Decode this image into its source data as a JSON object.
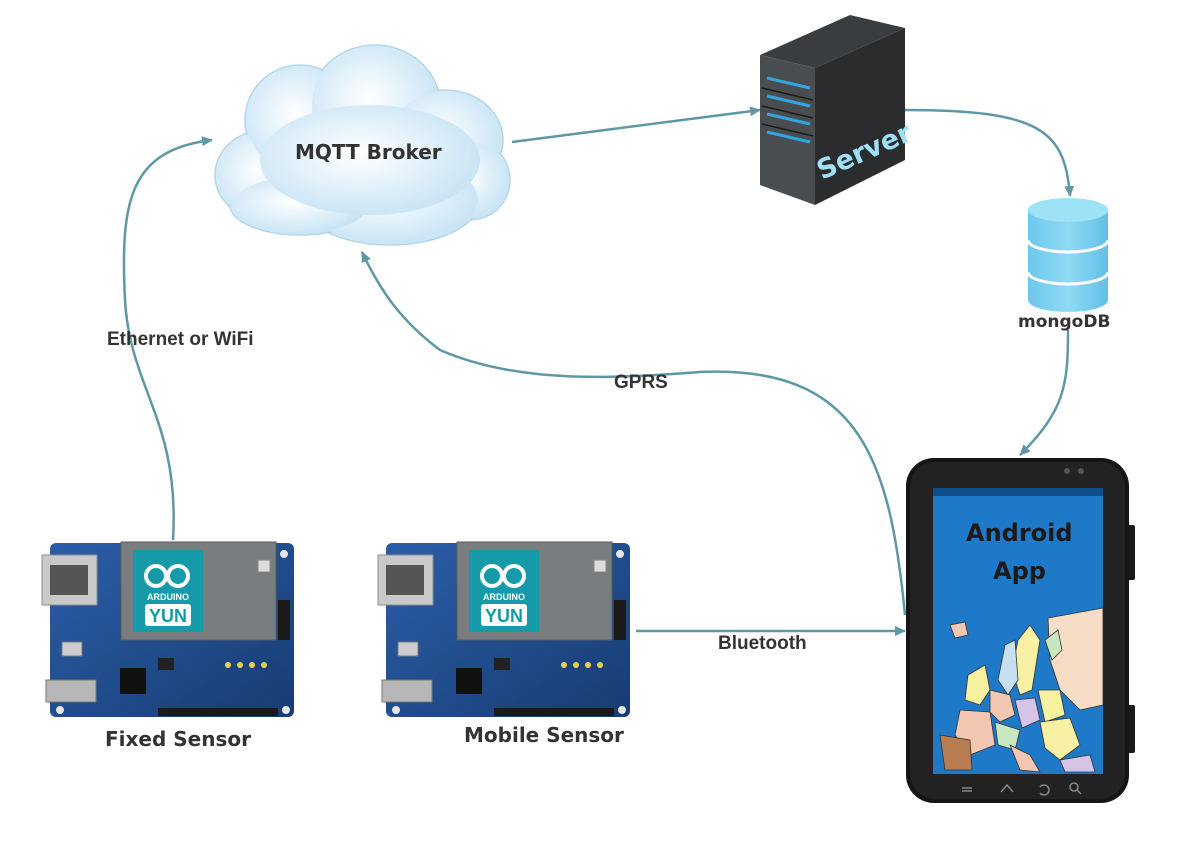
{
  "nodes": {
    "broker": {
      "label": "MQTT Broker"
    },
    "server": {
      "label": "Server"
    },
    "database": {
      "label": "mongoDB"
    },
    "phone": {
      "screen_title_line1": "Android",
      "screen_title_line2": "App"
    },
    "fixed_sensor": {
      "label": "Fixed Sensor",
      "board_brand": "ARDUINO",
      "board_model": "YUN"
    },
    "mobile_sensor": {
      "label": "Mobile Sensor",
      "board_brand": "ARDUINO",
      "board_model": "YUN"
    }
  },
  "edges": {
    "fixed_to_broker": "Ethernet or WiFi",
    "phone_to_broker": "GPRS",
    "mobile_to_phone": "Bluetooth"
  },
  "colors": {
    "arrow": "#5e98a6",
    "cloud": "#d4ebf8",
    "server_accent": "#2fa6e0",
    "db": "#7fd0ef",
    "phone_screen": "#1e7ac8",
    "board": "#1d4a8a"
  }
}
